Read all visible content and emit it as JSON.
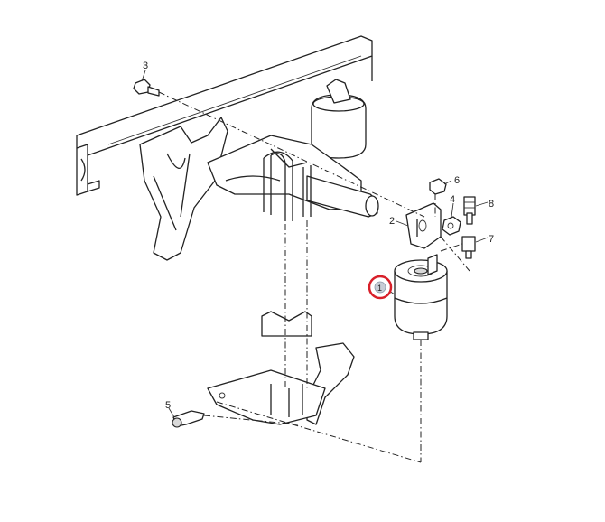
{
  "diagram": {
    "callouts": [
      {
        "id": "c1",
        "label": "1",
        "highlight": true,
        "highlight_color": "#d8202a"
      },
      {
        "id": "c2",
        "label": "2"
      },
      {
        "id": "c3",
        "label": "3"
      },
      {
        "id": "c4",
        "label": "4"
      },
      {
        "id": "c5",
        "label": "5"
      },
      {
        "id": "c6",
        "label": "6"
      },
      {
        "id": "c7",
        "label": "7"
      },
      {
        "id": "c8",
        "label": "8"
      }
    ]
  }
}
